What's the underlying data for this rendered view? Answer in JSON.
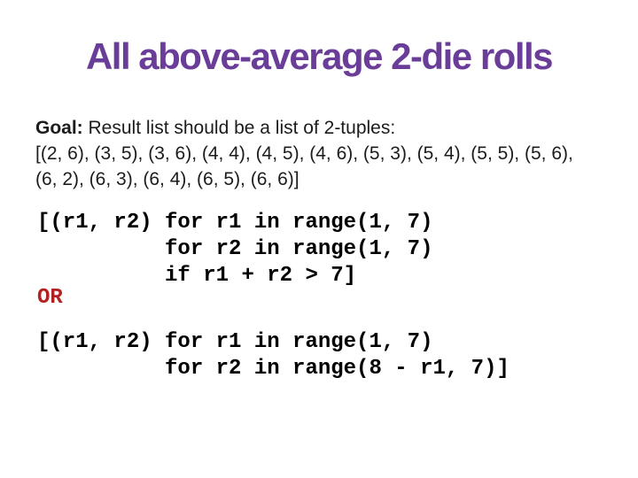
{
  "slide": {
    "title": "All above-average 2-die rolls",
    "goal": {
      "label": "Goal:",
      "text": " Result list should be a list of 2-tuples:"
    },
    "tuples": {
      "line1": "[(2, 6), (3, 5), (3, 6), (4, 4), (4, 5), (4, 6), (5, 3), (5, 4), (5, 5), (5, 6),",
      "line2": "(6, 2), (6, 3), (6, 4), (6, 5), (6, 6)]"
    },
    "code_block_1": {
      "lines": [
        "[(r1, r2) for r1 in range(1, 7)",
        "          for r2 in range(1, 7)",
        "          if r1 + r2 > 7]"
      ]
    },
    "or_label": "OR",
    "code_block_2": {
      "lines": [
        "[(r1, r2) for r1 in range(1, 7)",
        "          for r2 in range(8 - r1, 7)]"
      ]
    },
    "colors": {
      "title_purple": "#6A3D99",
      "or_red": "#B22222",
      "body_text": "#1c1c1c",
      "code_black": "#000000",
      "background": "#ffffff"
    }
  }
}
